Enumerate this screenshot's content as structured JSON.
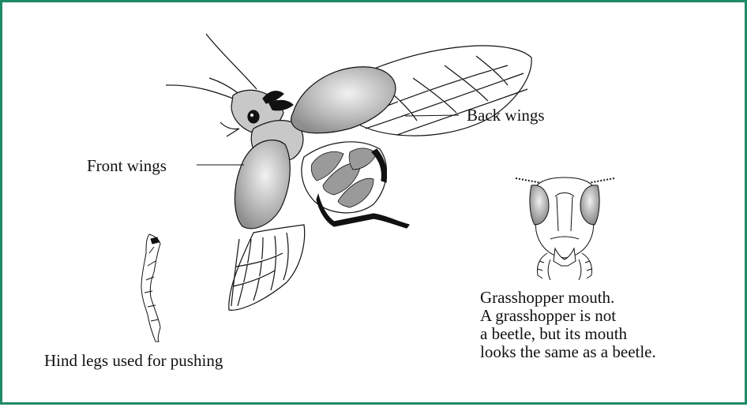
{
  "labels": {
    "back_wings": "Back wings",
    "front_wings": "Front wings",
    "hind_legs": "Hind legs used for pushing",
    "grasshopper_caption": [
      "Grasshopper mouth.",
      "A grasshopper is not",
      "a beetle, but its mouth",
      "looks the same as a beetle."
    ]
  },
  "colors": {
    "border": "#1e8a68",
    "line": "#111111",
    "wing_gray": "#9a9a9a",
    "body_gray": "#c8c8c8"
  }
}
